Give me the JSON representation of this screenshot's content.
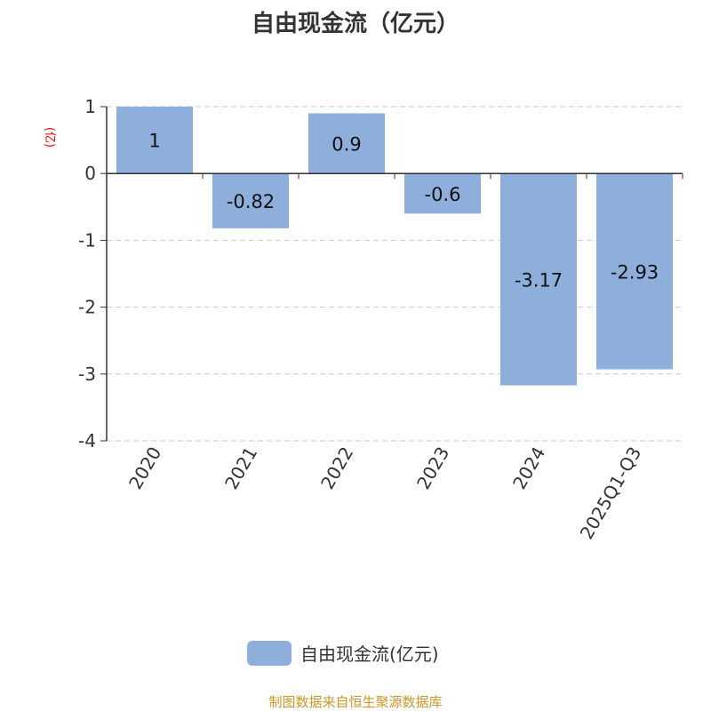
{
  "chart_data": {
    "type": "bar",
    "title": "自由现金流（亿元）",
    "ylabel": "(亿)",
    "xlabel": "",
    "categories": [
      "2020",
      "2021",
      "2022",
      "2023",
      "2024",
      "2025Q1-Q3"
    ],
    "values": [
      1,
      -0.82,
      0.9,
      -0.6,
      -3.17,
      -2.93
    ],
    "data_labels": [
      "1",
      "-0.82",
      "0.9",
      "-0.6",
      "-3.17",
      "-2.93"
    ],
    "ylim": [
      -4,
      1
    ],
    "yticks": [
      1,
      0,
      -1,
      -2,
      -3,
      -4
    ],
    "grid": true,
    "legend": {
      "entries": [
        "自由现金流(亿元)"
      ],
      "placement": "bottom"
    },
    "bar_color": "#8eaedb"
  },
  "footer": {
    "source": "制图数据来自恒生聚源数据库"
  }
}
